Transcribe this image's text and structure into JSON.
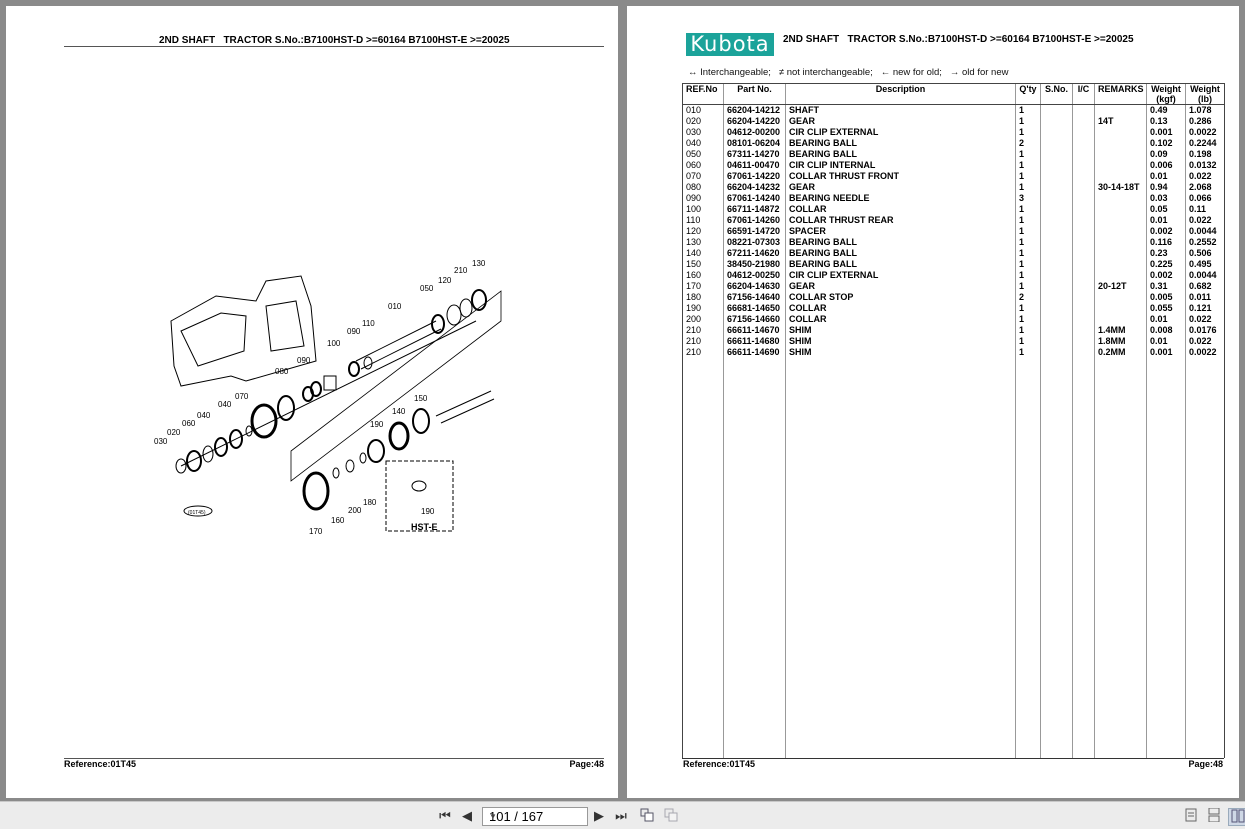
{
  "page_title": "2ND SHAFT   TRACTOR S.No.:B7100HST-D >=60164 B7100HST-E >=20025",
  "brand": {
    "logo_text": "Kubota",
    "color": "#1ba39a"
  },
  "legend": "↔ Interchangeable;   ≠ not interchangeable;   ← new for old;   → old for new",
  "footer": {
    "reference": "Reference:01T45",
    "page": "Page:48"
  },
  "table": {
    "headers": [
      "REF.No",
      "Part No.",
      "Description",
      "Q'ty",
      "S.No.",
      "I/C",
      "REMARKS",
      "Weight (kgf)",
      "Weight (lb)"
    ],
    "rows": [
      [
        "010",
        "66204-14212",
        "SHAFT",
        "1",
        "",
        "",
        "",
        "0.49",
        "1.078"
      ],
      [
        "020",
        "66204-14220",
        "GEAR",
        "1",
        "",
        "",
        "14T",
        "0.13",
        "0.286"
      ],
      [
        "030",
        "04612-00200",
        "CIR CLIP EXTERNAL",
        "1",
        "",
        "",
        "",
        "0.001",
        "0.0022"
      ],
      [
        "040",
        "08101-06204",
        "BEARING BALL",
        "2",
        "",
        "",
        "",
        "0.102",
        "0.2244"
      ],
      [
        "050",
        "67311-14270",
        "BEARING BALL",
        "1",
        "",
        "",
        "",
        "0.09",
        "0.198"
      ],
      [
        "060",
        "04611-00470",
        "CIR CLIP INTERNAL",
        "1",
        "",
        "",
        "",
        "0.006",
        "0.0132"
      ],
      [
        "070",
        "67061-14220",
        "COLLAR THRUST FRONT",
        "1",
        "",
        "",
        "",
        "0.01",
        "0.022"
      ],
      [
        "080",
        "66204-14232",
        "GEAR",
        "1",
        "",
        "",
        "30-14-18T",
        "0.94",
        "2.068"
      ],
      [
        "090",
        "67061-14240",
        "BEARING NEEDLE",
        "3",
        "",
        "",
        "",
        "0.03",
        "0.066"
      ],
      [
        "100",
        "66711-14872",
        "COLLAR",
        "1",
        "",
        "",
        "",
        "0.05",
        "0.11"
      ],
      [
        "110",
        "67061-14260",
        "COLLAR THRUST REAR",
        "1",
        "",
        "",
        "",
        "0.01",
        "0.022"
      ],
      [
        "120",
        "66591-14720",
        "SPACER",
        "1",
        "",
        "",
        "",
        "0.002",
        "0.0044"
      ],
      [
        "130",
        "08221-07303",
        "BEARING BALL",
        "1",
        "",
        "",
        "",
        "0.116",
        "0.2552"
      ],
      [
        "140",
        "67211-14620",
        "BEARING BALL",
        "1",
        "",
        "",
        "",
        "0.23",
        "0.506"
      ],
      [
        "150",
        "38450-21980",
        "BEARING BALL",
        "1",
        "",
        "",
        "",
        "0.225",
        "0.495"
      ],
      [
        "160",
        "04612-00250",
        "CIR CLIP EXTERNAL",
        "1",
        "",
        "",
        "",
        "0.002",
        "0.0044"
      ],
      [
        "170",
        "66204-14630",
        "GEAR",
        "1",
        "",
        "",
        "20-12T",
        "0.31",
        "0.682"
      ],
      [
        "180",
        "67156-14640",
        "COLLAR STOP",
        "2",
        "",
        "",
        "",
        "0.005",
        "0.011"
      ],
      [
        "190",
        "66681-14650",
        "COLLAR",
        "1",
        "",
        "",
        "",
        "0.055",
        "0.121"
      ],
      [
        "200",
        "67156-14660",
        "COLLAR",
        "1",
        "",
        "",
        "",
        "0.01",
        "0.022"
      ],
      [
        "210",
        "66611-14670",
        "SHIM",
        "1",
        "",
        "",
        "1.4MM",
        "0.008",
        "0.0176"
      ],
      [
        "210",
        "66611-14680",
        "SHIM",
        "1",
        "",
        "",
        "1.8MM",
        "0.01",
        "0.022"
      ],
      [
        "210",
        "66611-14690",
        "SHIM",
        "1",
        "",
        "",
        "0.2MM",
        "0.001",
        "0.0022"
      ]
    ]
  },
  "diagram": {
    "callouts": [
      "130",
      "210",
      "120",
      "050",
      "010",
      "110",
      "090",
      "100",
      "090",
      "080",
      "070",
      "040",
      "040",
      "060",
      "020",
      "030",
      "150",
      "140",
      "190",
      "180",
      "200",
      "160",
      "170",
      "190"
    ],
    "inset_label": "HST-E",
    "stamp": "(01T45)"
  },
  "toolbar": {
    "first_page": "⏮",
    "prev_page": "◀",
    "page_indicator": "101 / 167",
    "next_page": "▶",
    "last_page": "⏭"
  }
}
